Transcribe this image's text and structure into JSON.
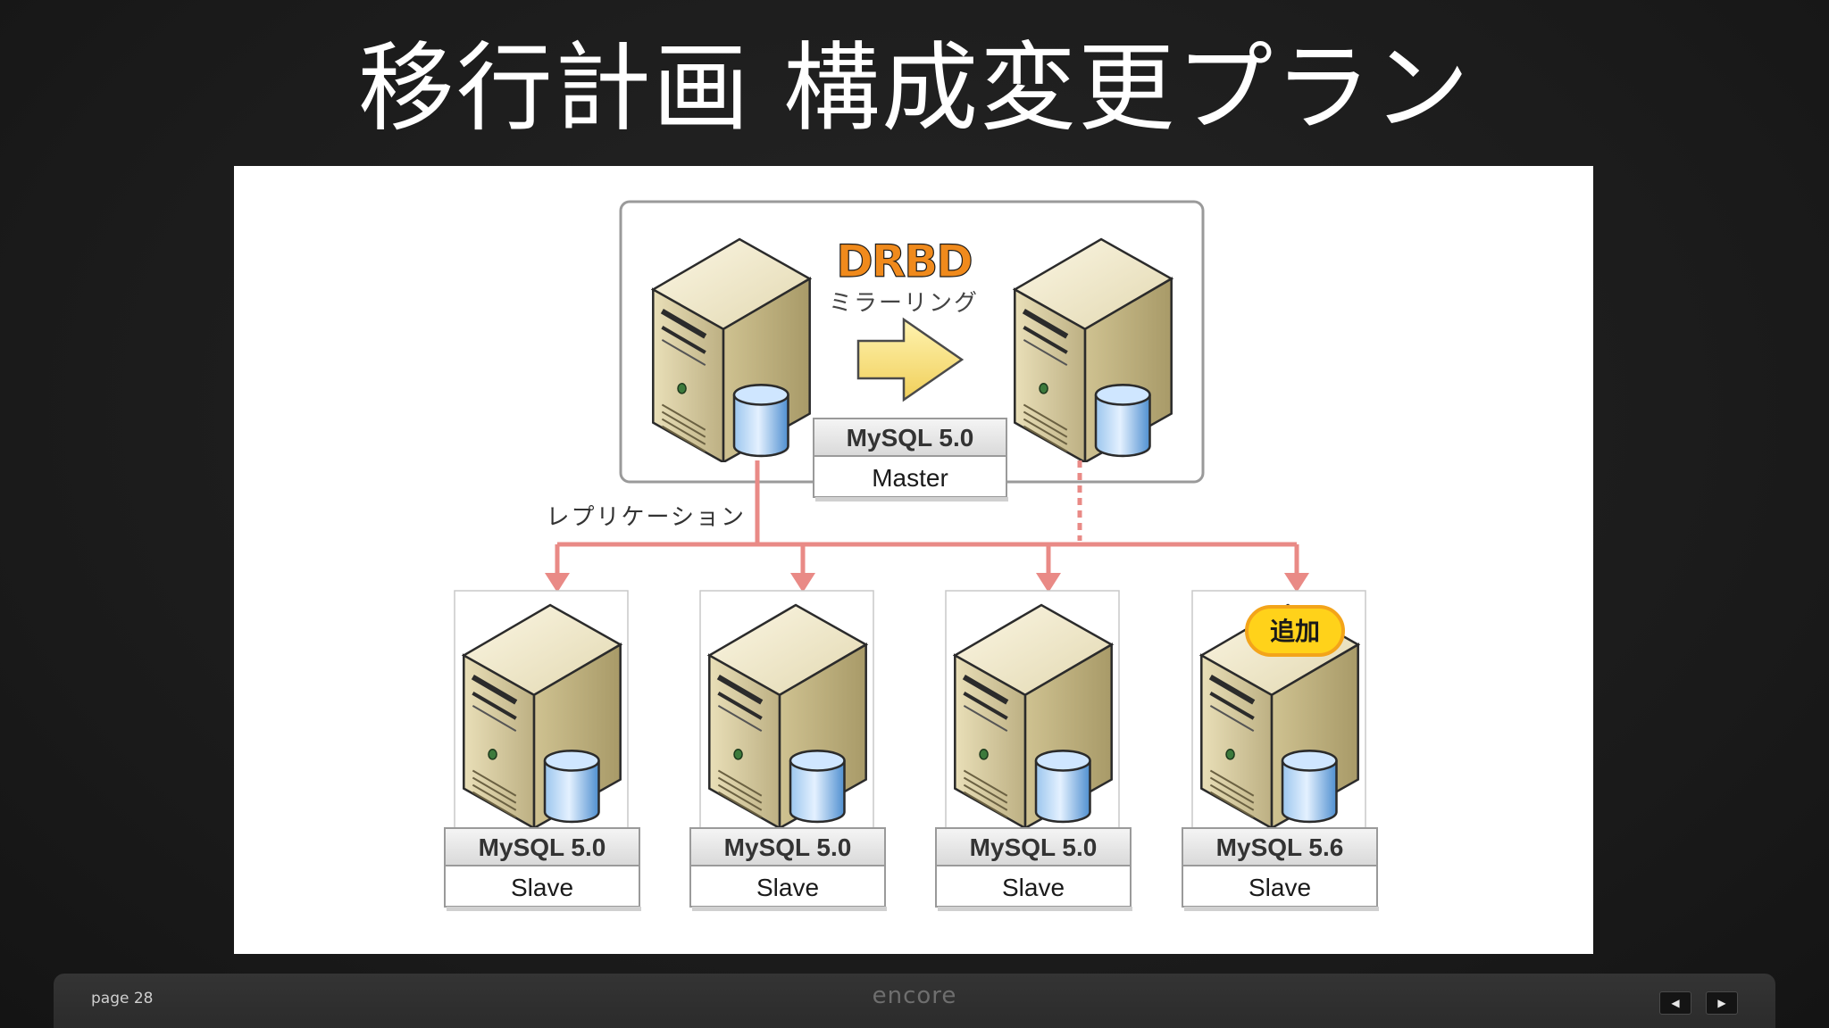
{
  "slide": {
    "title": "移行計画 構成変更プラン"
  },
  "diagram": {
    "drbd_logo": "DRBD",
    "mirroring_label": "ミラーリング",
    "replication_label": "レプリケーション",
    "master": {
      "version": "MySQL 5.0",
      "role": "Master"
    },
    "slaves": [
      {
        "version": "MySQL 5.0",
        "role": "Slave"
      },
      {
        "version": "MySQL 5.0",
        "role": "Slave"
      },
      {
        "version": "MySQL 5.0",
        "role": "Slave"
      },
      {
        "version": "MySQL 5.6",
        "role": "Slave"
      }
    ],
    "added_badge": "追加",
    "colors": {
      "replication_line": "#e98a86",
      "badge_fill": "#ffd21a",
      "badge_border": "#f3a41a",
      "drbd_orange": "#f08a1c",
      "arrow_fill": "#f7e07a"
    }
  },
  "footer": {
    "page_label": "page 28",
    "brand": "encore",
    "prev_icon": "◀",
    "next_icon": "▶"
  }
}
